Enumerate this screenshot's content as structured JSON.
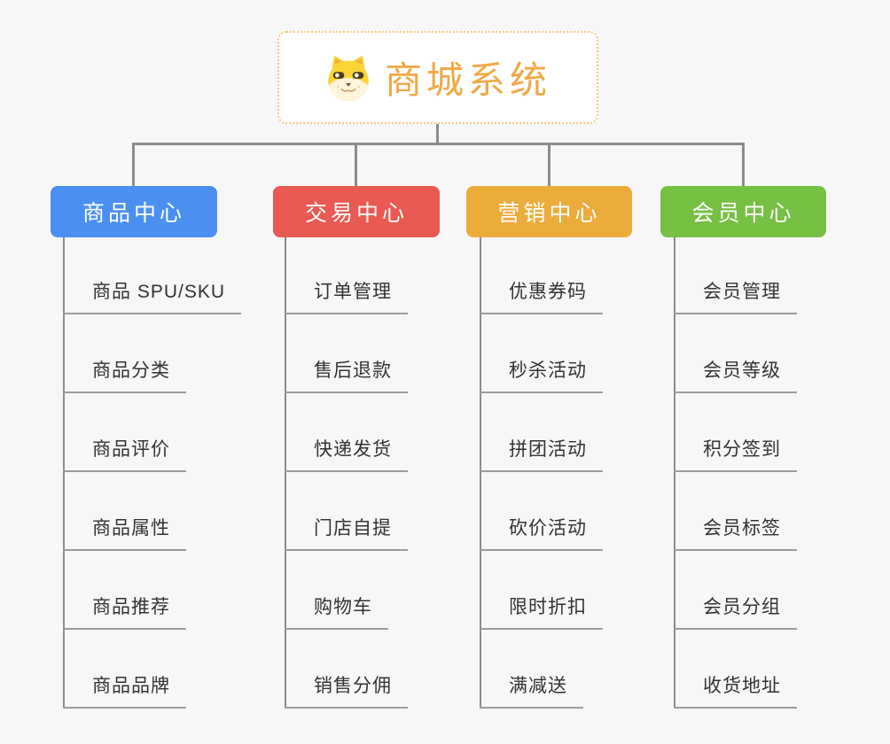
{
  "root": {
    "title": "商城系统",
    "icon": "dog-face-icon",
    "accent": "#F0A844"
  },
  "branches": [
    {
      "label": "商品中心",
      "color": "#4B90F0",
      "children": [
        "商品 SPU/SKU",
        "商品分类",
        "商品评价",
        "商品属性",
        "商品推荐",
        "商品品牌"
      ]
    },
    {
      "label": "交易中心",
      "color": "#E85A52",
      "children": [
        "订单管理",
        "售后退款",
        "快递发货",
        "门店自提",
        "购物车",
        "销售分佣"
      ]
    },
    {
      "label": "营销中心",
      "color": "#ECAC3B",
      "children": [
        "优惠券码",
        "秒杀活动",
        "拼团活动",
        "砍价活动",
        "限时折扣",
        "满减送"
      ]
    },
    {
      "label": "会员中心",
      "color": "#76C043",
      "children": [
        "会员管理",
        "会员等级",
        "积分签到",
        "会员标签",
        "会员分组",
        "收货地址"
      ]
    }
  ]
}
